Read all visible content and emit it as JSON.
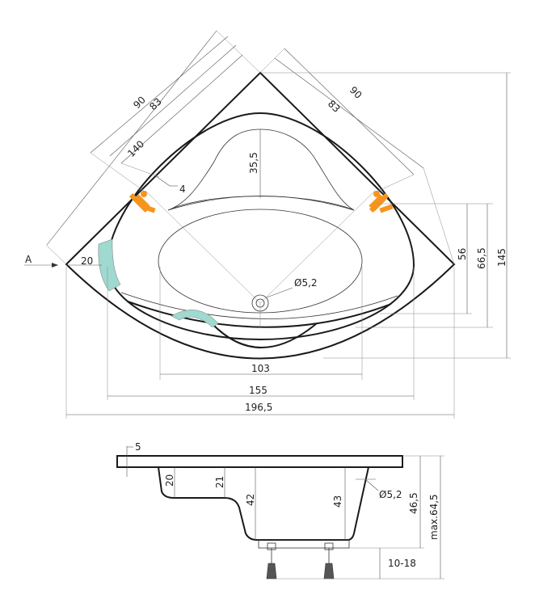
{
  "colors": {
    "outline": "#1a1a1a",
    "dimension": "#555555",
    "faucet": "#f7941d",
    "grip": "#9fd9d0"
  },
  "top_view": {
    "arrow_label": "A",
    "dims": {
      "outer_left": "90",
      "inner_left": "83",
      "rim_left": "140",
      "outer_right": "90",
      "inner_right": "83",
      "backrest_depth": "35,5",
      "rim_offset": "4",
      "seat_width": "20",
      "drain": "Ø5,2",
      "basin_width": "103",
      "inner_width": "155",
      "total_width": "196,5",
      "depth_56": "56",
      "depth_66": "66,5",
      "total_depth": "145"
    }
  },
  "side_view": {
    "dims": {
      "rim_thickness": "5",
      "seat_depth": "20",
      "step_depth": "21",
      "depth_left": "42",
      "depth_right": "43",
      "drain": "Ø5,2",
      "overall_height": "46,5",
      "max_height": "max.64,5",
      "leg_adjust": "10-18"
    }
  }
}
